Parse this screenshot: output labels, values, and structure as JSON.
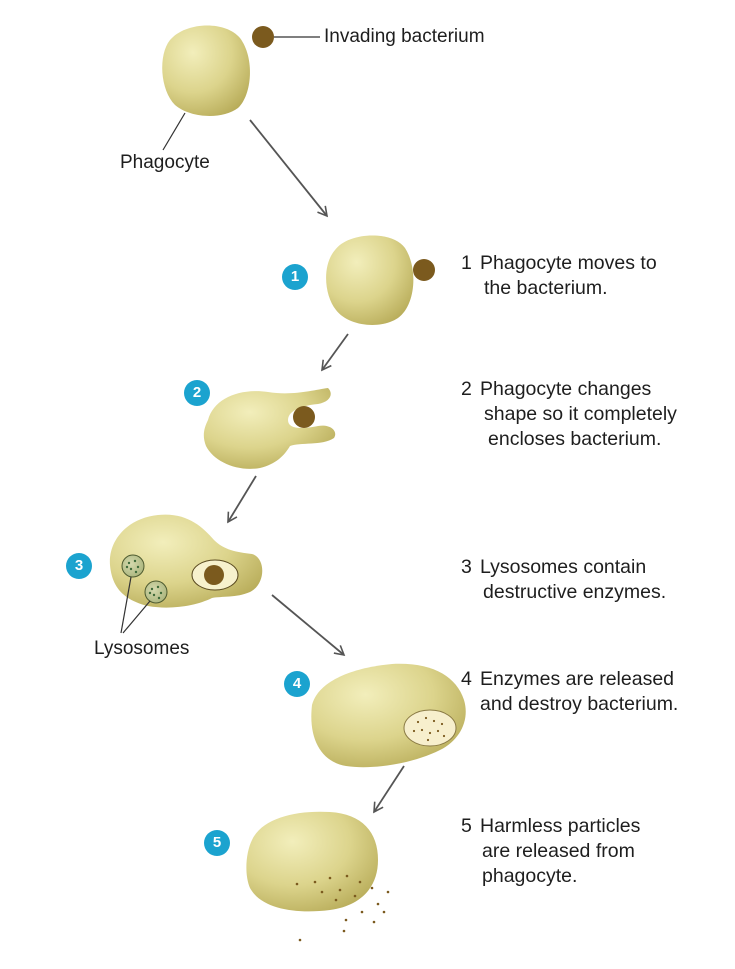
{
  "labels": {
    "invading_bacterium": "Invading bacterium",
    "phagocyte": "Phagocyte",
    "lysosomes": "Lysosomes"
  },
  "steps": [
    {
      "number": "1",
      "lines": [
        "Phagocyte moves to",
        "the bacterium."
      ]
    },
    {
      "number": "2",
      "lines": [
        "Phagocyte changes",
        "shape so it completely",
        "encloses bacterium."
      ]
    },
    {
      "number": "3",
      "lines": [
        "Lysosomes contain",
        "destructive enzymes."
      ]
    },
    {
      "number": "4",
      "lines": [
        "Enzymes are released",
        "and destroy bacterium."
      ]
    },
    {
      "number": "5",
      "lines": [
        "Harmless particles",
        "are released from",
        "phagocyte."
      ]
    }
  ],
  "colors": {
    "cell_light": "#eeeab0",
    "cell_mid": "#dad38a",
    "cell_dark": "#b8ac5a",
    "bacterium": "#7b5a1e",
    "badge": "#1ba3cf",
    "arrow": "#555555",
    "vacuole": "#f7f1cd",
    "lysosome": "#b5c08a",
    "enzyme_dot": "#3f6b3a"
  }
}
